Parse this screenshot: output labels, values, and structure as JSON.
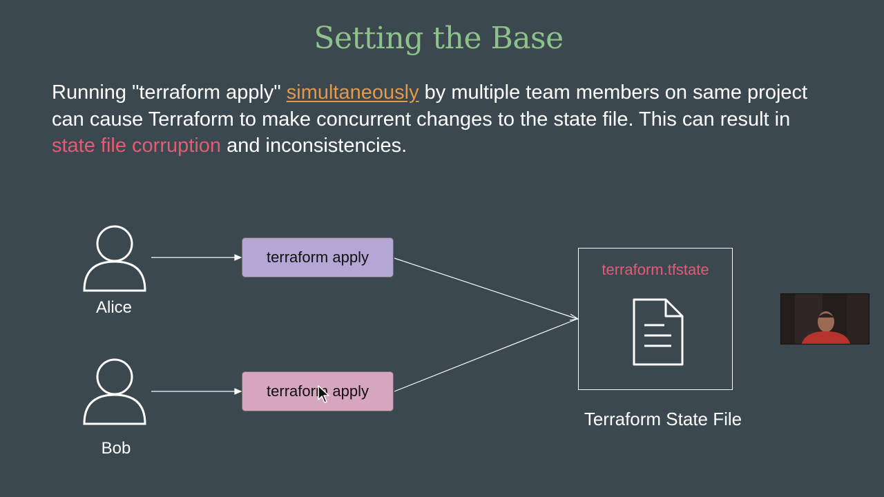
{
  "slide": {
    "title": "Setting the Base",
    "paragraph": {
      "part1": "Running \"terraform apply\" ",
      "highlight1": "simultaneously",
      "part2": " by multiple team members on same project can cause Terraform to make concurrent changes to the state file. This can result in ",
      "highlight2": "state file corruption",
      "part3": " and inconsistencies."
    }
  },
  "diagram": {
    "users": [
      {
        "name": "Alice",
        "command": "terraform apply",
        "box_color": "#b4a7d6"
      },
      {
        "name": "Bob",
        "command": "terraform apply",
        "box_color": "#d5a6bd"
      }
    ],
    "state_file": {
      "filename": "terraform.tfstate",
      "caption": "Terraform State File",
      "icon": "document-icon"
    }
  },
  "colors": {
    "background": "#3b4850",
    "title": "#8fc28a",
    "highlight_orange": "#e2994a",
    "highlight_red": "#e45c72"
  },
  "icons": [
    "person-icon",
    "arrow-icon",
    "document-icon",
    "mouse-cursor-icon"
  ]
}
